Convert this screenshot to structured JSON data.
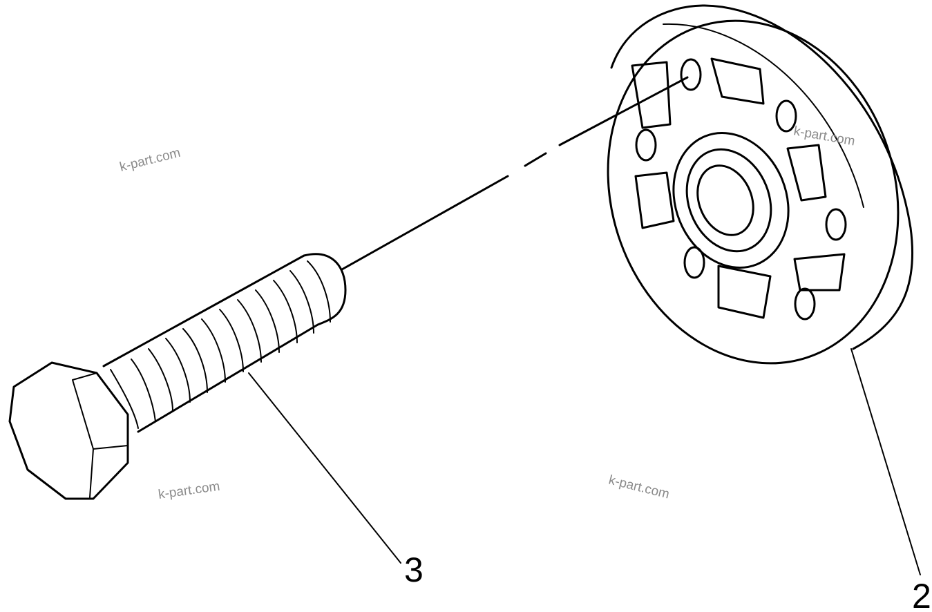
{
  "callouts": {
    "bolt": "3",
    "pulley": "2"
  },
  "watermarks": [
    "k-part.com",
    "k-part.com",
    "k-part.com",
    "k-part.com"
  ]
}
